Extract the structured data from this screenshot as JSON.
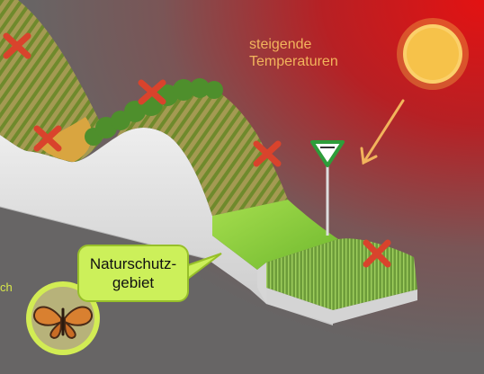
{
  "labels": {
    "temperature": "steigende Temperaturen",
    "callout": "Naturschutz-\ngebiet",
    "left_fragment": "ch"
  },
  "icons": [
    "sun-icon",
    "arrow-icon",
    "cross-icon",
    "warning-sign-icon",
    "butterfly-icon"
  ],
  "colors": {
    "background_left": "#6b6b6b",
    "background_right": "#d81616",
    "sun": "#f6c24a",
    "arrow": "#f2b45c",
    "cross": "#d9432c",
    "callout_fill": "#ccf05a",
    "meadow": "#8ed23c"
  }
}
